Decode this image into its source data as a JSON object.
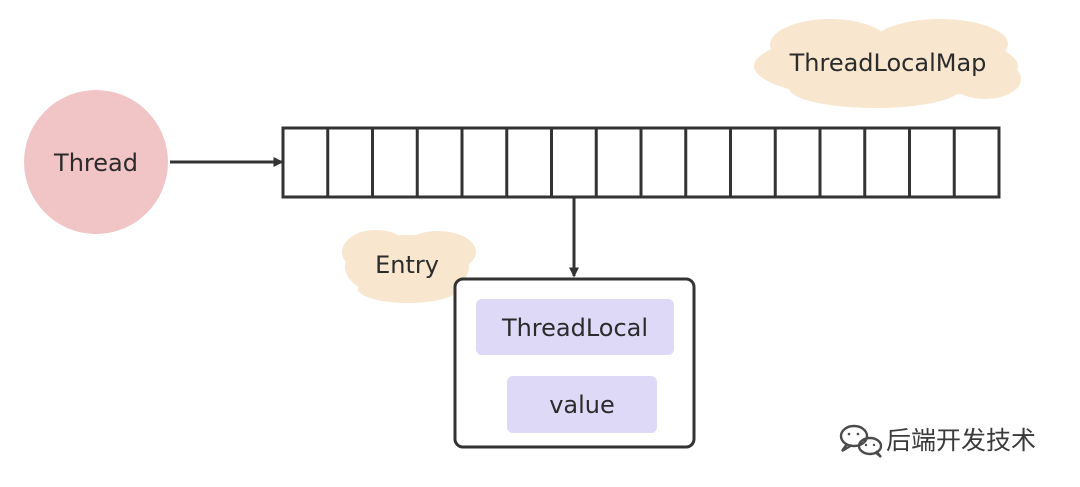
{
  "diagram": {
    "thread_label": "Thread",
    "map_label": "ThreadLocalMap",
    "entry_label": "Entry",
    "threadlocal_label": "ThreadLocal",
    "value_label": "value",
    "array_slots": 16
  },
  "watermark": {
    "text": "后端开发技术",
    "icon": "wechat-icon"
  },
  "colors": {
    "thread_fill": "#f1c4c6",
    "cloud_fill": "#f8e6cf",
    "box_fill": "#ddd9f7",
    "stroke": "#333333"
  }
}
